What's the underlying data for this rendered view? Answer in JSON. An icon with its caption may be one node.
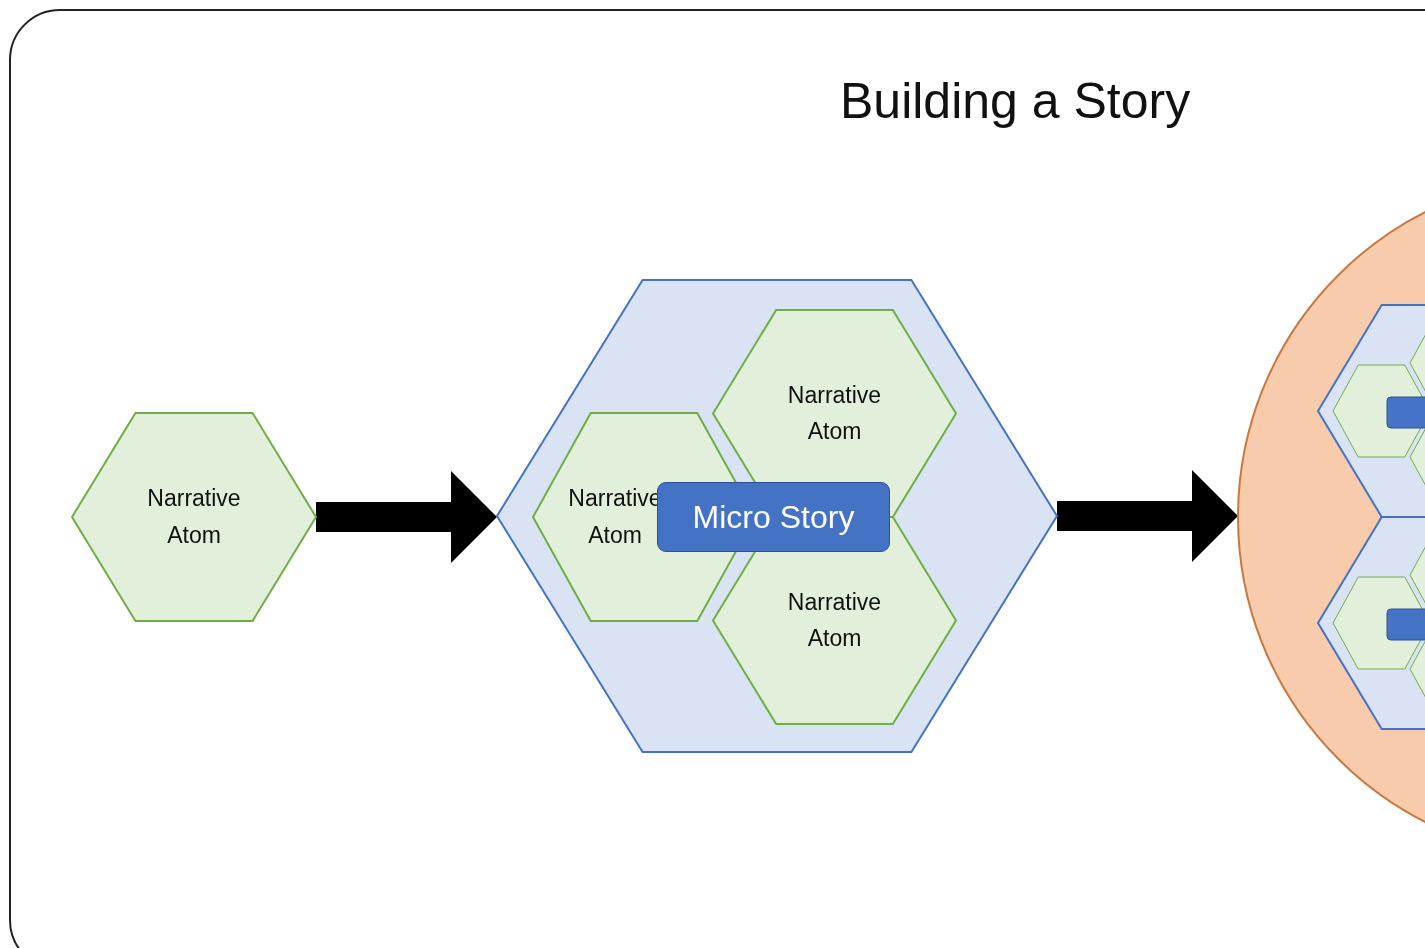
{
  "diagram": {
    "title": "Building a Story",
    "nodes": [
      {
        "text": [
          "Narrative Atom"
        ]
      },
      {
        "text": [],
        "shape": "hexagon"
      },
      {
        "text": [
          "Narrative Atom"
        ],
        "in": 1
      },
      {
        "text": [
          "Narrative Atom"
        ],
        "in": 1
      },
      {
        "text": [
          "Narrative Atom"
        ],
        "in": 1
      },
      {
        "text": [
          "Micro Story"
        ],
        "in": 1
      },
      {
        "text": [],
        "shape": "circle"
      },
      {
        "text": [],
        "shape": "hexagon",
        "in": 6
      },
      {
        "text": [],
        "shape": "hexagon",
        "in": 6
      }
    ],
    "edges": [
      {
        "from": 0,
        "to": 1,
        "arrow": "to"
      },
      {
        "from": 1,
        "to": 6,
        "arrow": "to"
      }
    ]
  }
}
